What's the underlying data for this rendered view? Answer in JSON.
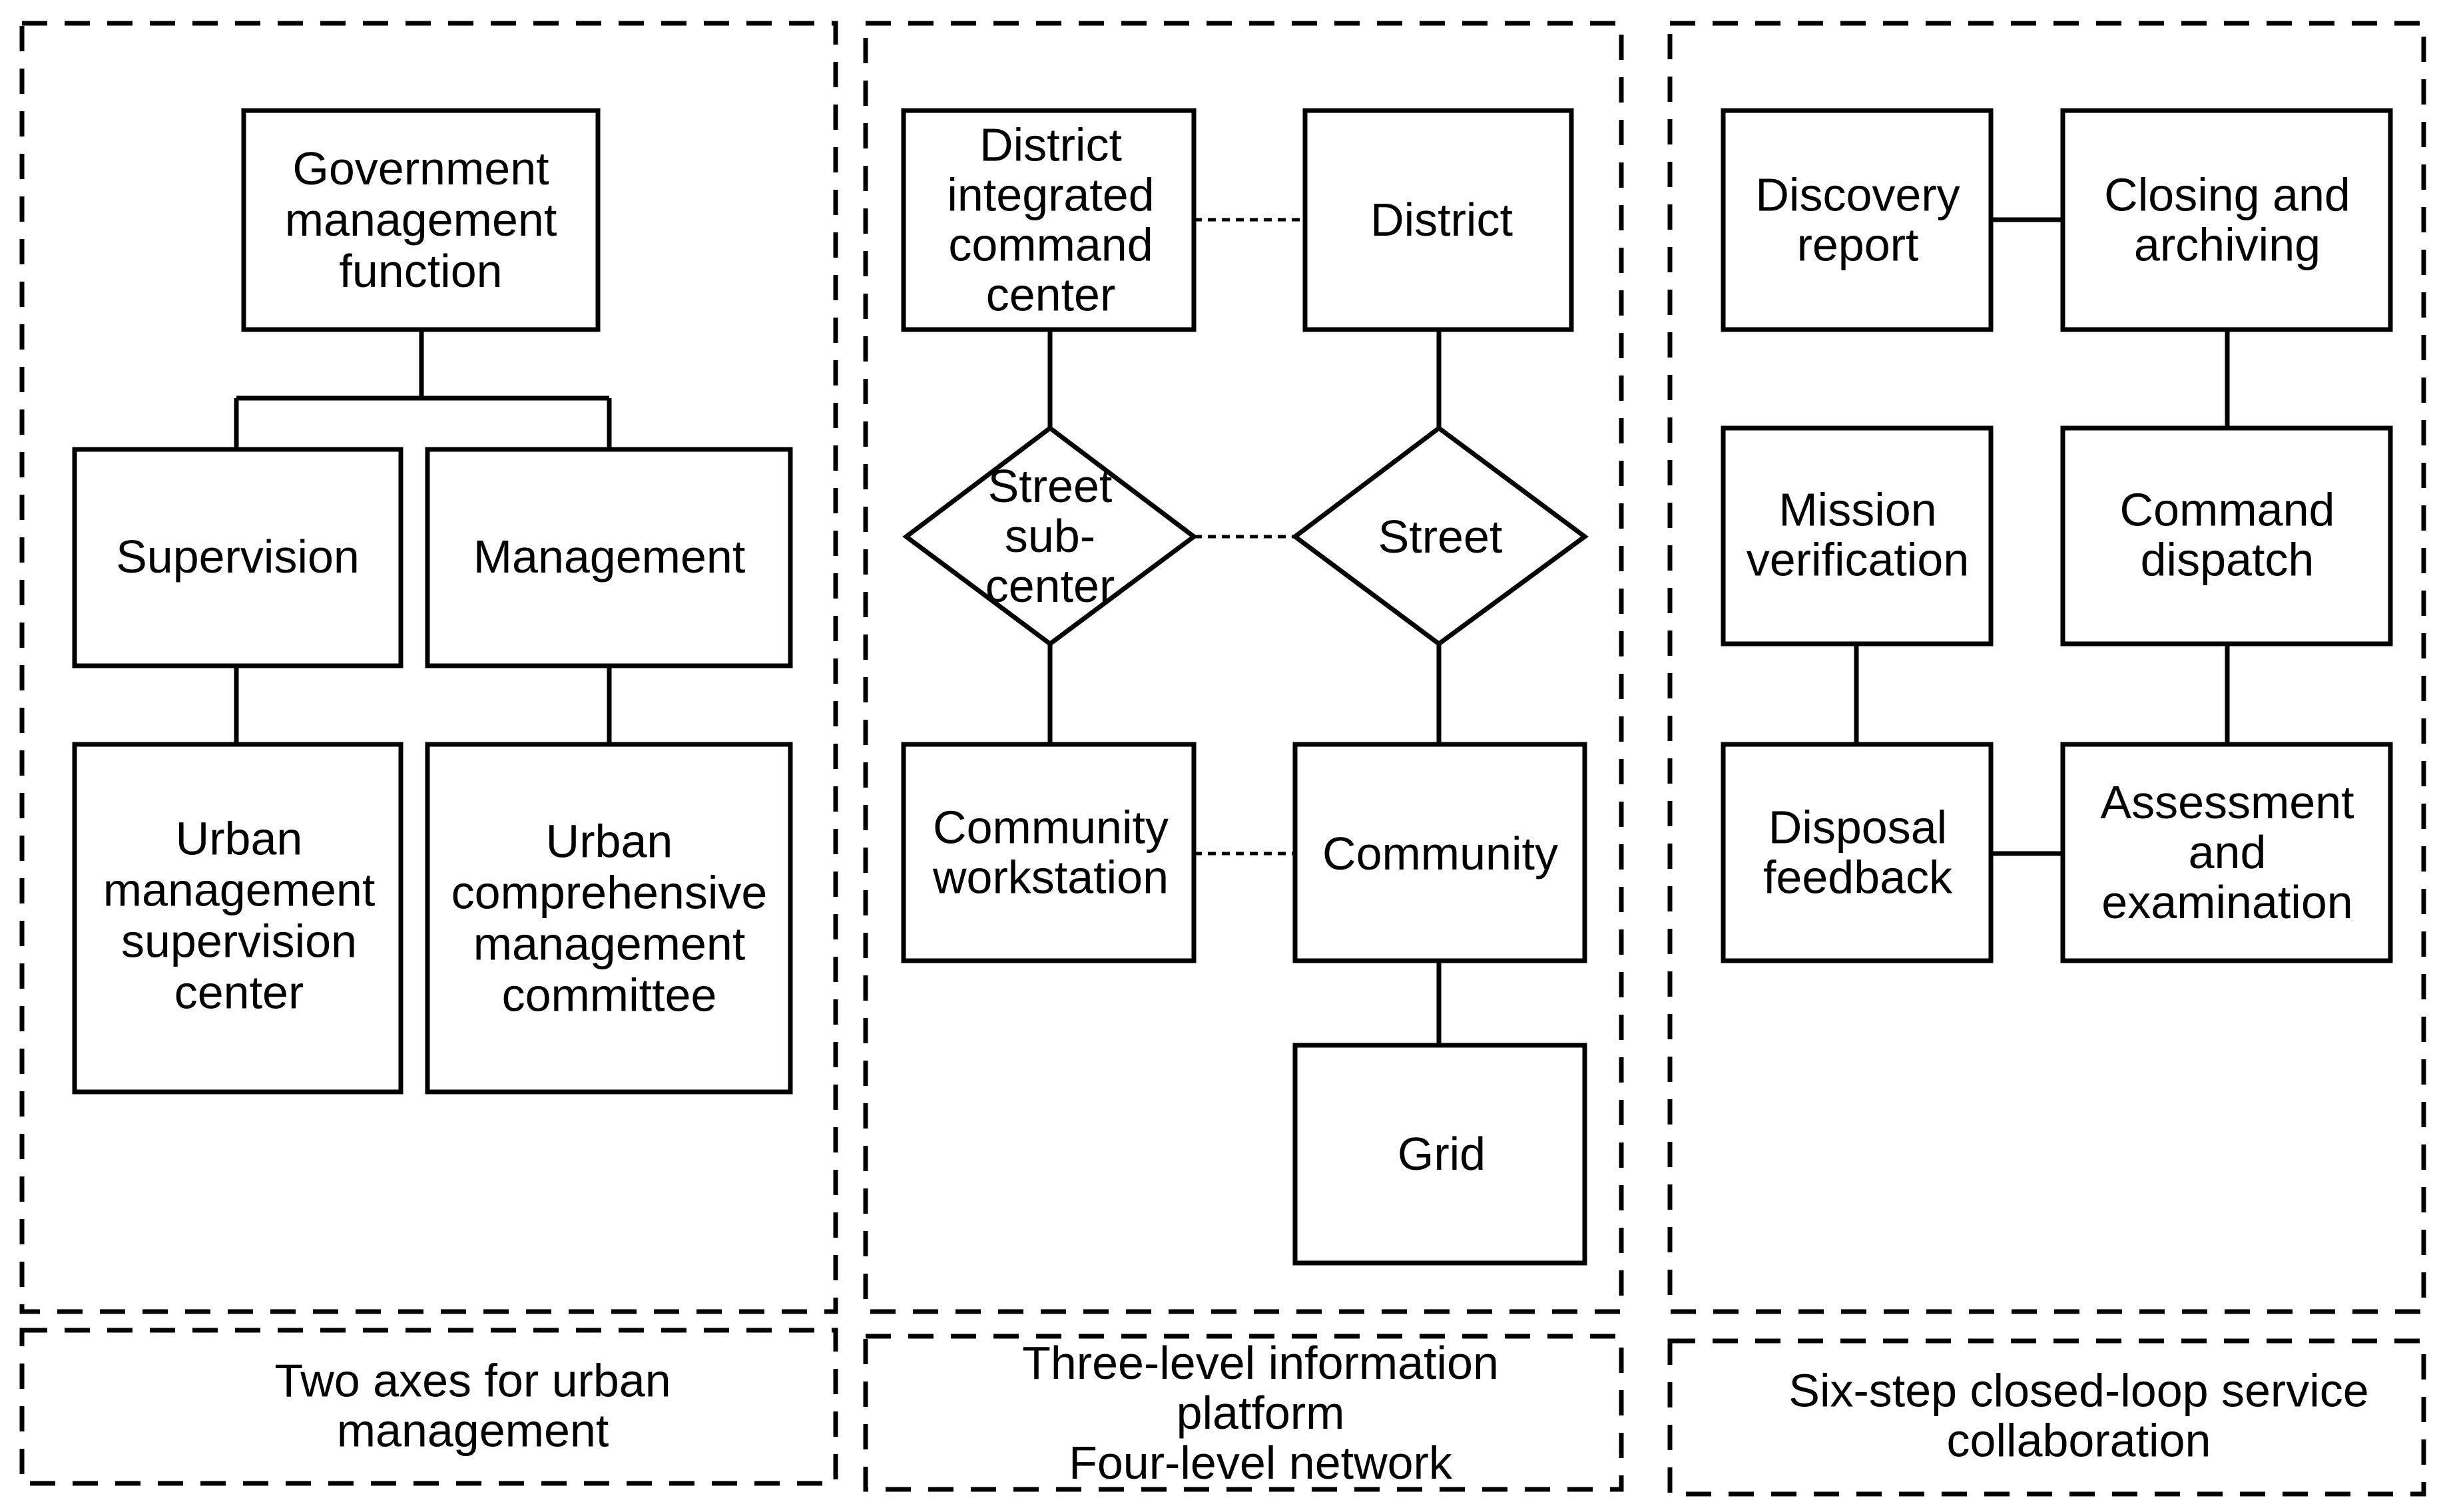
{
  "left_panel": {
    "root": [
      "Government",
      "management",
      "function"
    ],
    "supervision": [
      "Supervision"
    ],
    "management": [
      "Management"
    ],
    "supervision_center": [
      "Urban",
      "management",
      "supervision",
      "center"
    ],
    "committee": [
      "Urban",
      "comprehensive",
      "management",
      "committee"
    ],
    "caption": [
      "Two axes for urban",
      "management"
    ]
  },
  "middle_panel": {
    "command_center": [
      "District",
      "integrated",
      "command",
      "center"
    ],
    "district": [
      "District"
    ],
    "street_subcenter": [
      "Street",
      "sub-",
      "center"
    ],
    "street": [
      "Street"
    ],
    "workstation": [
      "Community",
      "workstation"
    ],
    "community": [
      "Community"
    ],
    "grid": [
      "Grid"
    ],
    "caption": [
      "Three-level information",
      "platform",
      "Four-level network"
    ]
  },
  "right_panel": {
    "discovery": [
      "Discovery",
      "report"
    ],
    "closing": [
      "Closing and",
      "archiving"
    ],
    "command": [
      "Command",
      "dispatch"
    ],
    "assessment": [
      "Assessment",
      "and",
      "examination"
    ],
    "disposal": [
      "Disposal",
      "feedback"
    ],
    "mission": [
      "Mission",
      "verification"
    ],
    "caption": [
      "Six-step closed-loop service",
      "collaboration"
    ]
  }
}
